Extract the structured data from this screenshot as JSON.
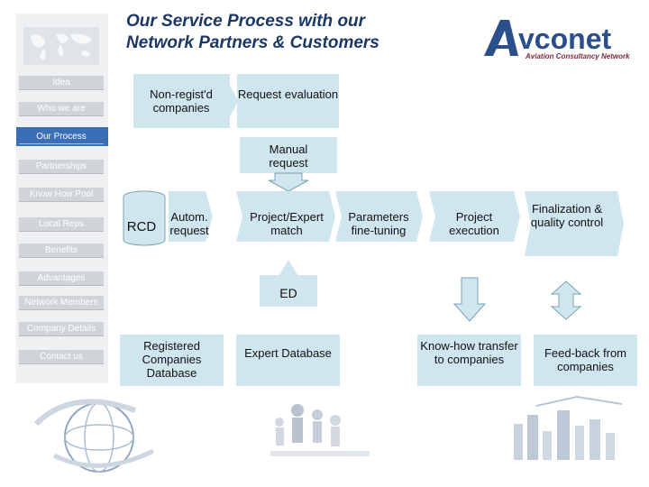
{
  "title": "Our Service Process with our Network Partners & Customers",
  "logo": {
    "name": "Avconet",
    "tagline": "Aviation Consultancy Network"
  },
  "sidebar": {
    "items": [
      {
        "label": "Idea"
      },
      {
        "label": "Who we are"
      },
      {
        "label": "Our Process"
      },
      {
        "label": "Partnerships"
      },
      {
        "label": "Know How Pool"
      },
      {
        "label": "Local Reps"
      },
      {
        "label": "Benefits"
      },
      {
        "label": "Advantages"
      },
      {
        "label": "Network Members"
      },
      {
        "label": "Company Details"
      },
      {
        "label": "Contact us"
      }
    ]
  },
  "diagram": {
    "nonregistered": "Non-regist'd companies",
    "request_eval": "Request evaluation",
    "manual_request": "Manual request",
    "rcd": "RCD",
    "autom_request": "Autom. request",
    "project_expert_match": "Project/Expert match",
    "parameters": "Parameters fine-tuning",
    "project_execution": "Project execution",
    "finalization": "Finalization & quality control",
    "ed": "ED",
    "registered_db": "Registered Companies Database",
    "expert_db": "Expert Database",
    "knowhow_transfer": "Know-how transfer to companies",
    "feedback": "Feed-back from companies"
  },
  "colors": {
    "box": "#cfe6ee",
    "box_dark": "#a9c7d3",
    "active_nav": "#3a6fb7",
    "title": "#1b3764",
    "logo": "#2a4f8a"
  }
}
